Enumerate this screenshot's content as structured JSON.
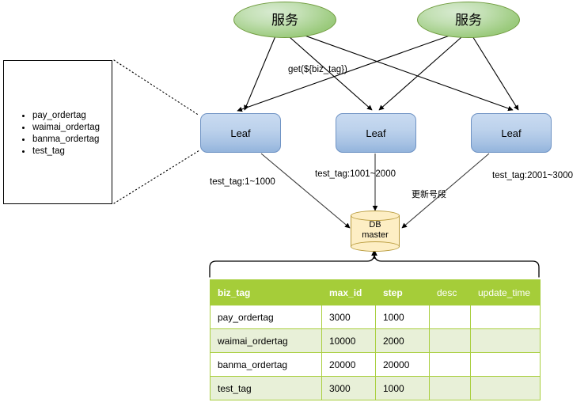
{
  "diagram": {
    "services": [
      {
        "label": "服务"
      },
      {
        "label": "服务"
      }
    ],
    "leaves": [
      {
        "label": "Leaf"
      },
      {
        "label": "Leaf"
      },
      {
        "label": "Leaf"
      }
    ],
    "database": {
      "line1": "DB",
      "line2": "master"
    },
    "edge_labels": {
      "get_call": "get(${biz_tag})",
      "range_1": "test_tag:1~1000",
      "range_2": "test_tag:1001~2000",
      "range_3": "test_tag:2001~3000",
      "update_segment": "更新号段"
    },
    "tag_callout": {
      "items": [
        "pay_ordertag",
        "waimai_ordertag",
        "banma_ordertag",
        "test_tag"
      ]
    },
    "colors": {
      "service_fill": "#9ccb7e",
      "service_stroke": "#6f9b3d",
      "leaf_fill": "#a8c3e4",
      "leaf_stroke": "#6f93c4",
      "db_fill": "#fdeec4",
      "db_stroke": "#b89a3b",
      "table_header": "#a5cd39",
      "table_row_alt": "#e8f0d8",
      "edge_stroke": "#000000"
    }
  },
  "table": {
    "headers": [
      {
        "label": "biz_tag",
        "bold": true
      },
      {
        "label": "max_id",
        "bold": true
      },
      {
        "label": "step",
        "bold": true
      },
      {
        "label": "desc",
        "bold": false
      },
      {
        "label": "update_time",
        "bold": false
      }
    ],
    "rows": [
      {
        "biz_tag": "pay_ordertag",
        "max_id": "3000",
        "step": "1000",
        "desc": "",
        "update_time": ""
      },
      {
        "biz_tag": "waimai_ordertag",
        "max_id": "10000",
        "step": "2000",
        "desc": "",
        "update_time": ""
      },
      {
        "biz_tag": "banma_ordertag",
        "max_id": "20000",
        "step": "20000",
        "desc": "",
        "update_time": ""
      },
      {
        "biz_tag": "test_tag",
        "max_id": "3000",
        "step": "1000",
        "desc": "",
        "update_time": ""
      }
    ]
  }
}
